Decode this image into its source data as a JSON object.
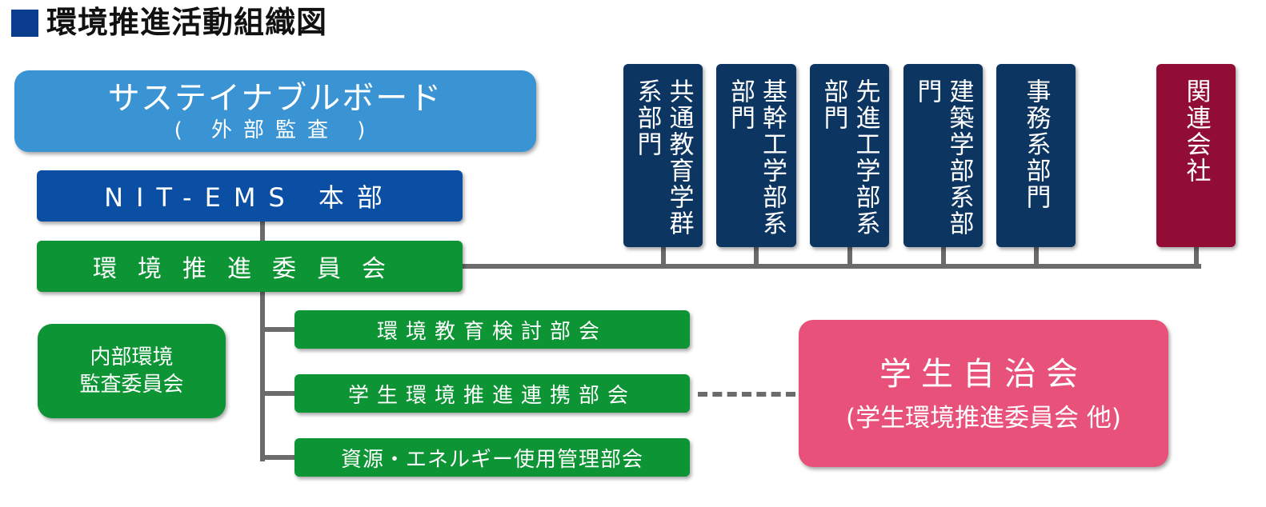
{
  "title": "環境推進活動組織図",
  "sustainable_board": {
    "name": "サステイナブルボード",
    "note": "( 外部監査 )"
  },
  "headquarters": "NIT-EMS 本部",
  "committee": "環境推進委員会",
  "subcommittees": [
    "環境教育検討部会",
    "学生環境推進連携部会",
    "資源・エネルギー使用管理部会"
  ],
  "internal_audit": {
    "line1": "内部環境",
    "line2": "監査委員会"
  },
  "student_council": {
    "name": "学生自治会",
    "note": "(学生環境推進委員会 他)"
  },
  "departments": [
    "共通教育学群系部門",
    "基幹工学部系部門",
    "先進工学部系部門",
    "建築学部系部門",
    "事務系部門"
  ],
  "affiliates": "関連会社",
  "colors": {
    "title_mark": "#0b3d8f",
    "sustainable_board": "#3a93d2",
    "headquarters": "#0a4fa3",
    "committee": "#0d9434",
    "departments": "#0c3561",
    "affiliates": "#920d35",
    "student_council": "#e8517a",
    "connector": "#6b6b6b"
  }
}
